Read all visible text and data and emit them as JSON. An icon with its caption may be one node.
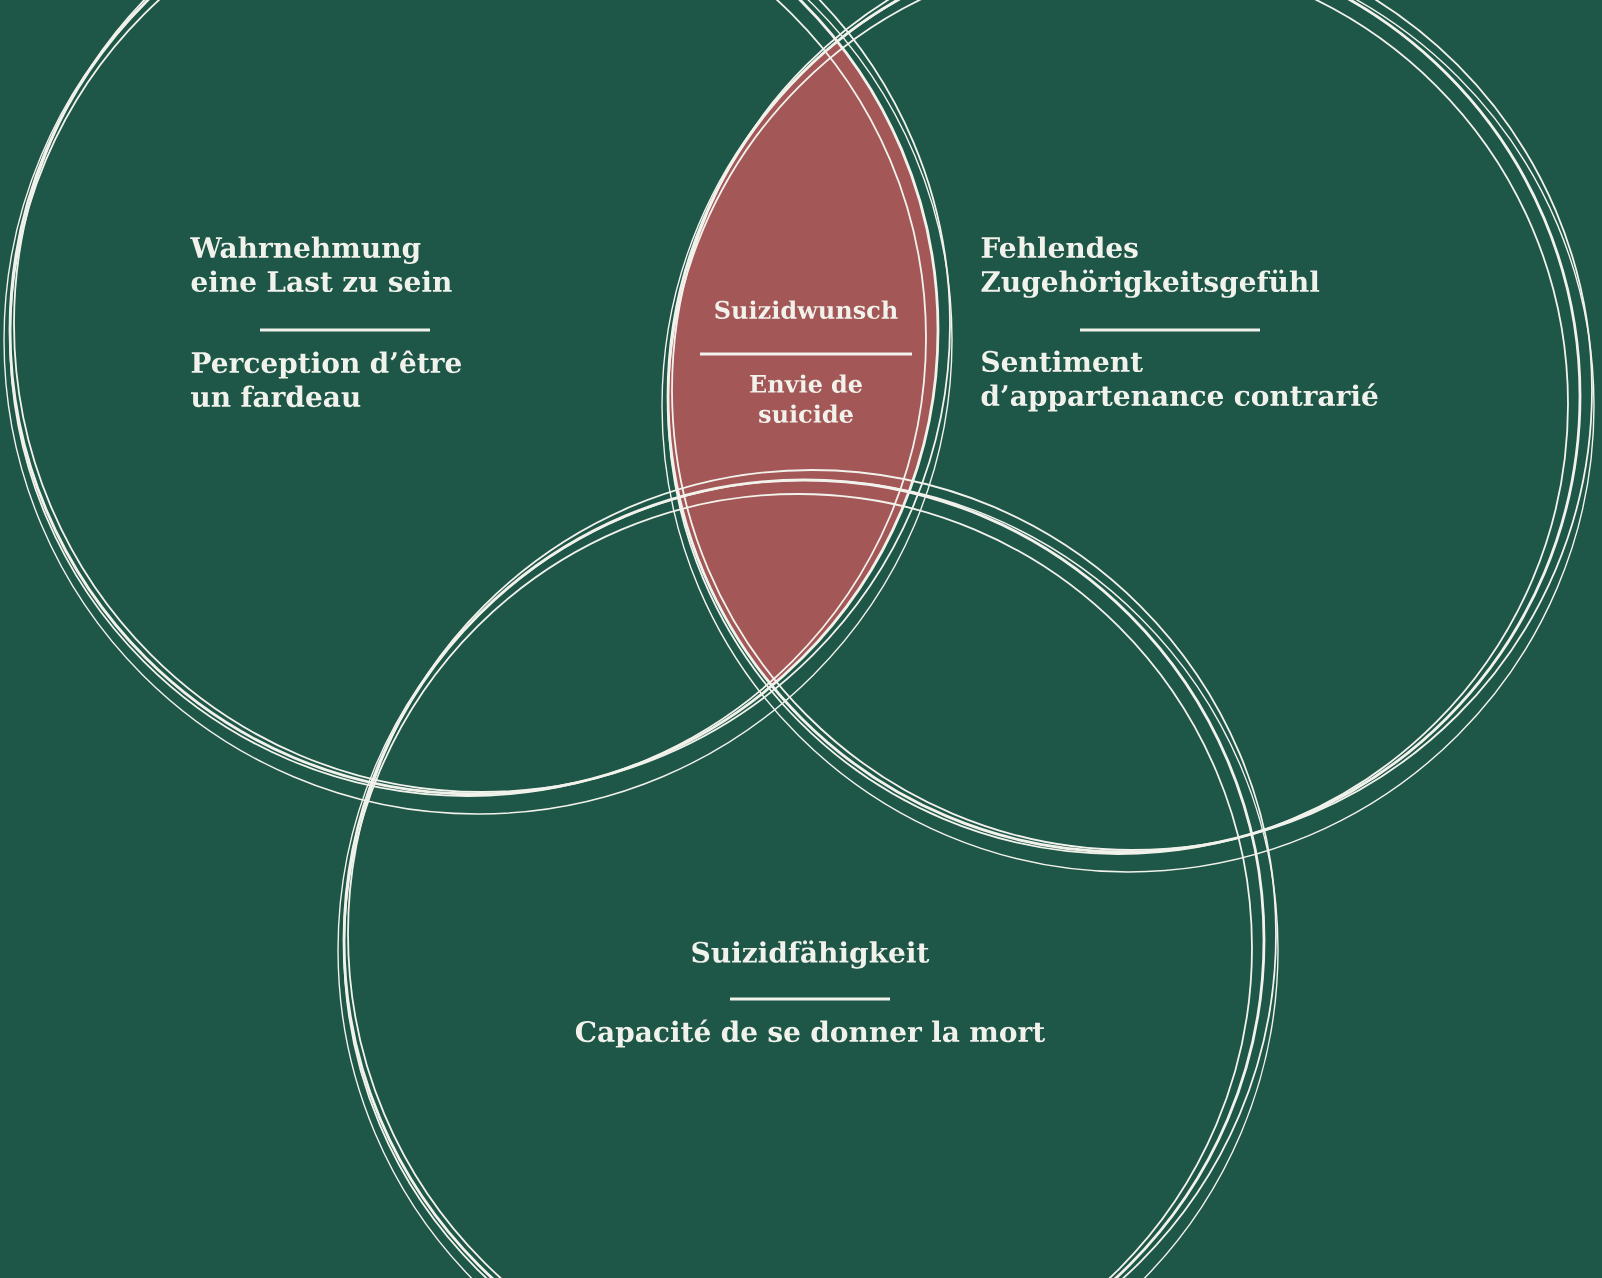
{
  "diagram": {
    "nodes": [
      {
        "text": [
          "Wahrnehmung eine Last zu sein",
          "Perception d’être un fardeau"
        ]
      },
      {
        "text": [
          "Fehlendes Zugehörigkeitsgefühl",
          "Sentiment d’appartenance contrarié"
        ]
      },
      {
        "text": [
          "Suizidfähigkeit",
          "Capacité de se donner la mort"
        ]
      },
      {
        "text": [
          "Suizidwunsch",
          "Envie de suicide"
        ]
      }
    ]
  }
}
